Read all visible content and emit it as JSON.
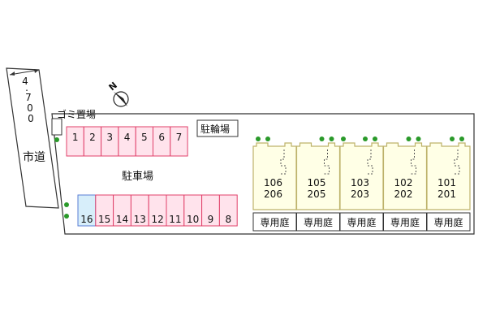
{
  "road": {
    "name": "市道",
    "width_label": [
      "4",
      ".",
      "7",
      "0",
      "0"
    ]
  },
  "labels": {
    "garbage": "ゴミ置場",
    "parking": "駐車場",
    "bicycle": "駐輪場",
    "north": "N"
  },
  "parking_top": [
    "1",
    "2",
    "3",
    "4",
    "5",
    "6",
    "7"
  ],
  "parking_bottom": [
    "16",
    "15",
    "14",
    "13",
    "12",
    "11",
    "10",
    "9",
    "8"
  ],
  "highlighted_space": "16",
  "units": [
    {
      "top": "106",
      "bottom": "206",
      "garden": "専用庭"
    },
    {
      "top": "105",
      "bottom": "205",
      "garden": "専用庭"
    },
    {
      "top": "103",
      "bottom": "203",
      "garden": "専用庭"
    },
    {
      "top": "102",
      "bottom": "202",
      "garden": "専用庭"
    },
    {
      "top": "101",
      "bottom": "201",
      "garden": "専用庭"
    }
  ],
  "colors": {
    "parking_fill": "#ffe3ec",
    "parking_stroke": "#e0406a",
    "highlight_fill": "#d7eefa",
    "highlight_stroke": "#5b7fd6",
    "building_fill": "#ffffe6",
    "building_stroke": "#bdb26a",
    "tree": "#2a9a2a"
  }
}
